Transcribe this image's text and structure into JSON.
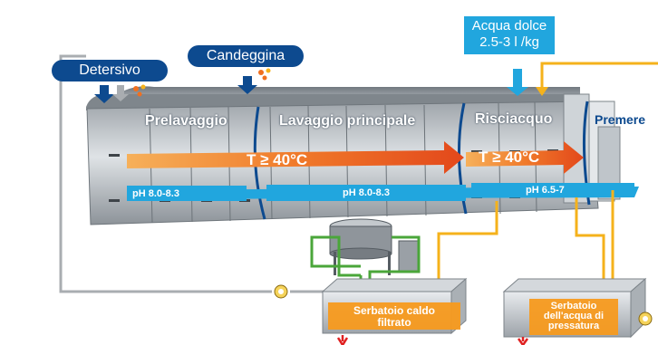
{
  "chemicals": {
    "detergent": "Detersivo",
    "bleach": "Candeggina",
    "soft_water_line1": "Acqua dolce",
    "soft_water_line2": "2.5-3 l /kg"
  },
  "zones": {
    "prewash": "Prelavaggio",
    "main_wash": "Lavaggio principale",
    "rinse": "Risciacquo",
    "press": "Premere"
  },
  "temperatures": {
    "main": "T ≥ 40°C",
    "rinse": "T ≥ 40°C"
  },
  "ph": {
    "prewash": "pH 8.0-8.3",
    "main_wash": "pH 8.0-8.3",
    "rinse": "pH 6.5-7"
  },
  "tanks": {
    "hot_filtered_line1": "Serbatoio caldo",
    "hot_filtered_line2": "filtrato",
    "press_water_line1": "Serbatoio",
    "press_water_line2": "dell'acqua di",
    "press_water_line3": "pressatura"
  },
  "colors": {
    "navy": "#0d4a8f",
    "cyan": "#21a6de",
    "orange": "#f07020",
    "yellow": "#f5b21b",
    "green": "#4aa63a",
    "gray": "#a9adb1"
  }
}
